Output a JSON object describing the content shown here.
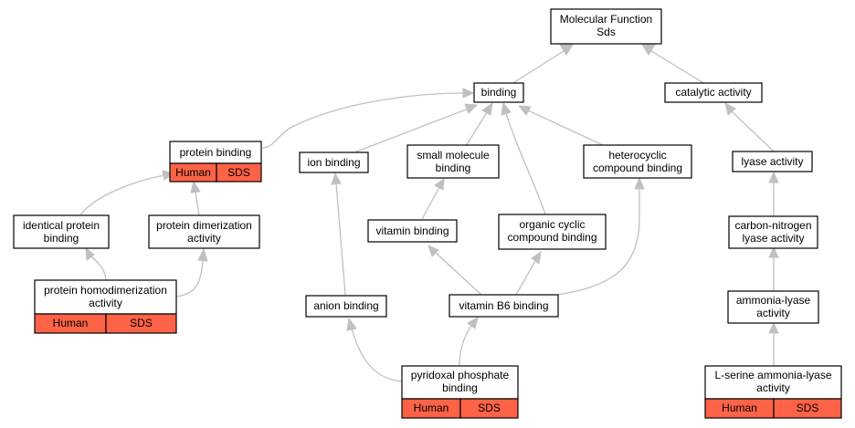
{
  "colors": {
    "annotation_fill": "#ff6347",
    "edge": "#c0c0c0",
    "node_border": "#000000"
  },
  "nodes": {
    "mf": {
      "lines": [
        "Molecular Function",
        "Sds"
      ]
    },
    "bind": {
      "lines": [
        "binding"
      ]
    },
    "cat": {
      "lines": [
        "catalytic activity"
      ]
    },
    "pb": {
      "lines": [
        "protein binding"
      ],
      "tags": [
        "Human",
        "SDS"
      ]
    },
    "ionb": {
      "lines": [
        "ion binding"
      ]
    },
    "smb": {
      "lines": [
        "small molecule",
        "binding"
      ]
    },
    "hcb": {
      "lines": [
        "heterocyclic",
        "compound binding"
      ]
    },
    "lya": {
      "lines": [
        "lyase activity"
      ]
    },
    "ipb": {
      "lines": [
        "identical protein",
        "binding"
      ]
    },
    "pda": {
      "lines": [
        "protein dimerization",
        "activity"
      ]
    },
    "vb": {
      "lines": [
        "vitamin binding"
      ]
    },
    "ocb": {
      "lines": [
        "organic cyclic",
        "compound binding"
      ]
    },
    "cnl": {
      "lines": [
        "carbon-nitrogen",
        "lyase activity"
      ]
    },
    "phda": {
      "lines": [
        "protein homodimerization",
        "activity"
      ],
      "tags": [
        "Human",
        "SDS"
      ]
    },
    "anb": {
      "lines": [
        "anion binding"
      ]
    },
    "vb6": {
      "lines": [
        "vitamin B6 binding"
      ]
    },
    "aml": {
      "lines": [
        "ammonia-lyase",
        "activity"
      ]
    },
    "plp": {
      "lines": [
        "pyridoxal phosphate",
        "binding"
      ],
      "tags": [
        "Human",
        "SDS"
      ]
    },
    "lsal": {
      "lines": [
        "L-serine ammonia-lyase",
        "activity"
      ],
      "tags": [
        "Human",
        "SDS"
      ]
    }
  }
}
